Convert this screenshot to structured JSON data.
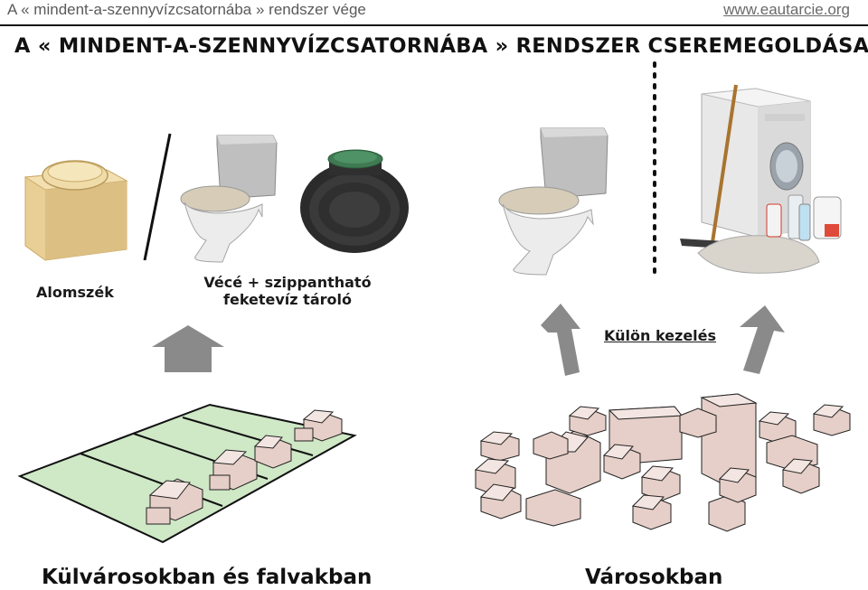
{
  "header": {
    "slide_title_small": "A « mindent-a-szennyvízcsatornába » rendszer vége",
    "site_url": "www.eautarcie.org",
    "headline": "A « MINDENT-A-SZENNYVÍZCSATORNÁBA » RENDSZER CSEREMEGOLDÁSA"
  },
  "labels": {
    "dry_toilet": "Alomszék",
    "toilet_tank_line1": "Vécé + szippantható",
    "toilet_tank_line2": "feketevíz tároló",
    "separate_treatment": "Külön kezelés",
    "suburbs": "Külvárosokban és falvakban",
    "cities": "Városokban"
  },
  "colors": {
    "field_green": "#cfe8c6",
    "arrow_gray": "#8a8a8a",
    "house_wall": "#e6cfc8",
    "house_roof": "#f3e6e2",
    "wood": "#e9cf95",
    "tank_black": "#2b2b2b",
    "tank_lid": "#3f7a52"
  },
  "icons": [
    "dry-toilet-box-icon",
    "flush-toilet-icon",
    "septic-tank-icon",
    "washing-machine-icon",
    "broom-icon",
    "cleaning-bottles-icon",
    "up-arrow-icon",
    "house-icon",
    "building-icon"
  ]
}
